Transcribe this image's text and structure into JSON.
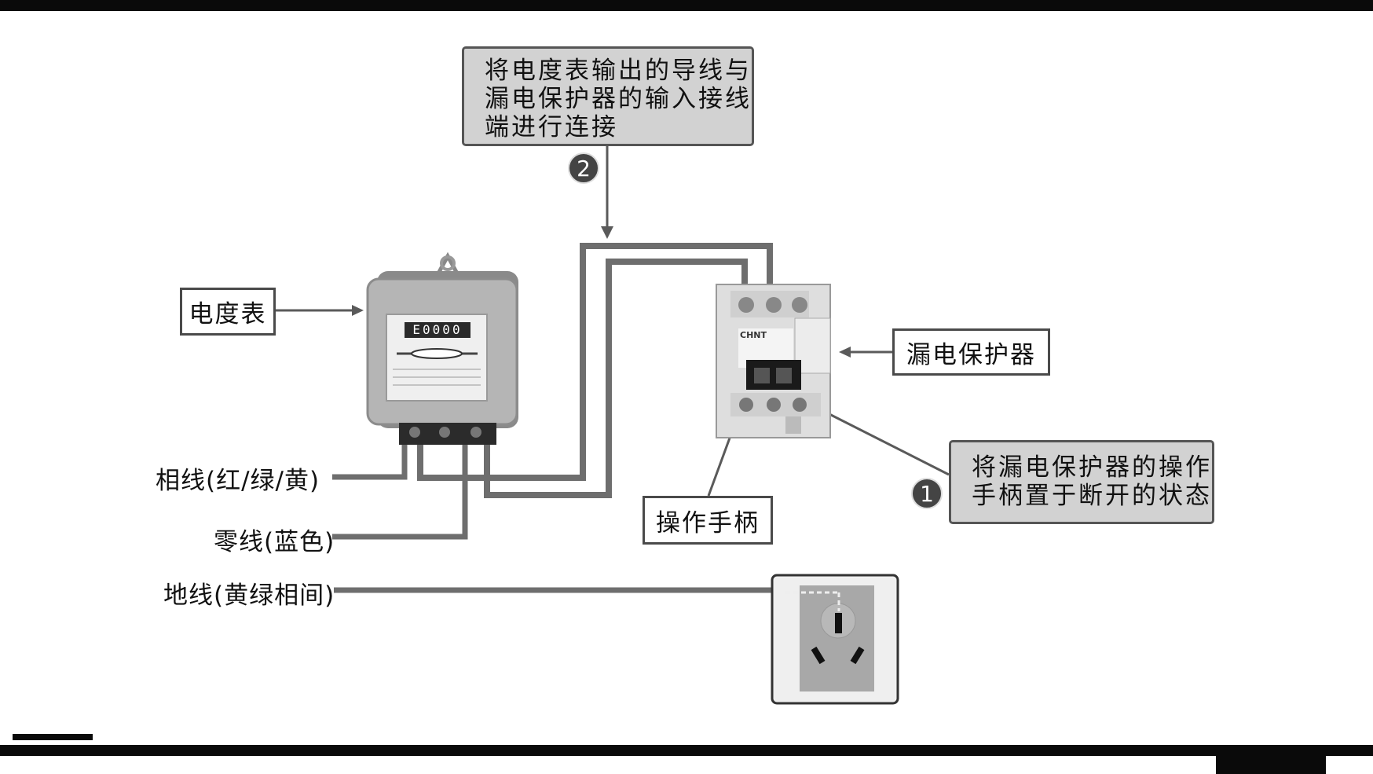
{
  "labels": {
    "meter": "电度表",
    "breaker": "漏电保护器",
    "handle": "操作手柄"
  },
  "callouts": {
    "step2": {
      "number": "2",
      "lines": [
        "将电度表输出的导线与",
        "漏电保护器的输入接线",
        "端进行连接"
      ]
    },
    "step1": {
      "number": "1",
      "lines": [
        "将漏电保护器的操作",
        "手柄置于断开的状态"
      ]
    }
  },
  "wires": {
    "phase": "相线(红/绿/黄)",
    "neutral": "零线(蓝色)",
    "earth": "地线(黄绿相间)"
  },
  "meter_face": {
    "counter": "E0000"
  },
  "breaker_face": {
    "brand": "CHNT"
  },
  "colors": {
    "wire": "#6e6e6e",
    "callout_bg": "#d2d2d2"
  }
}
